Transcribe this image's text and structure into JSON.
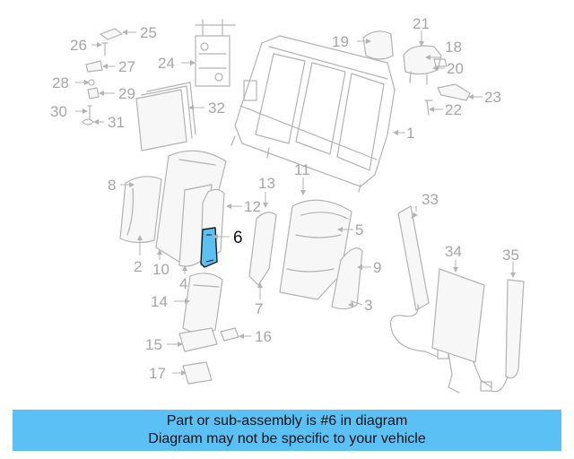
{
  "diagram": {
    "highlighted_part": "6",
    "highlight_color": "#5bc1f4",
    "labels": {
      "p1": "1",
      "p2": "2",
      "p3": "3",
      "p4": "4",
      "p5": "5",
      "p6": "6",
      "p7": "7",
      "p8": "8",
      "p9": "9",
      "p10": "10",
      "p11": "11",
      "p12": "12",
      "p13": "13",
      "p14": "14",
      "p15": "15",
      "p16": "16",
      "p17": "17",
      "p18": "18",
      "p19": "19",
      "p20": "20",
      "p21": "21",
      "p22": "22",
      "p23": "23",
      "p24": "24",
      "p25": "25",
      "p26": "26",
      "p27": "27",
      "p28": "28",
      "p29": "29",
      "p30": "30",
      "p31": "31",
      "p32": "32",
      "p33": "33",
      "p34": "34",
      "p35": "35"
    }
  },
  "caption": {
    "line1": "Part or sub-assembly is #6 in diagram",
    "line2": "Diagram may not be specific to your vehicle",
    "background": "#5bc1f4"
  }
}
